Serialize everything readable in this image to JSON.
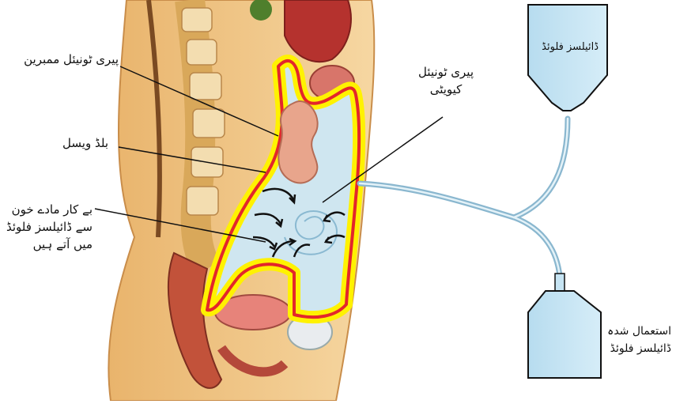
{
  "labels": {
    "peritoneal_membrane": "پیری ٹونیئل ممبرین",
    "blood_vessel": "بلڈ ویسل",
    "waste_lines": [
      "بے کار مادے خون",
      "سے ڈائیلسز فلوئڈ",
      "میں آتے ہیں"
    ],
    "peritoneal_cavity_lines": [
      "پیری ٹونیئل",
      "کیویٹی"
    ],
    "dialysis_fluid": "ڈائیلسز فلوئڈ",
    "used_fluid_lines": [
      "استعمال شدہ",
      "ڈائیلسز فلوئڈ"
    ]
  },
  "colors": {
    "skin": "#f2c98a",
    "membrane_yellow": "#fff200",
    "membrane_red": "#e3262b",
    "fluid": "#cfe6f0",
    "bag": "#c6e4f3",
    "tube": "#9cc6dc"
  }
}
